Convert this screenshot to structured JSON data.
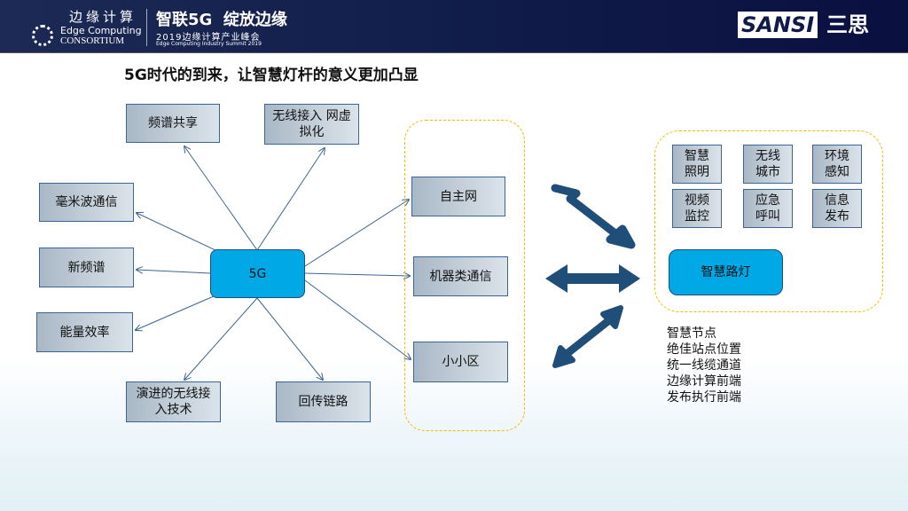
{
  "header": {
    "logo_cn": "边缘计算",
    "logo_en1": "Edge Computing",
    "logo_en2": "CONSORTIUM",
    "slogan": "智联5G  绽放边缘",
    "summit": "2019边缘计算产业峰会",
    "summit_en": "Edge Computing Industry Summit 2019",
    "brand": "SANSI",
    "brand_cn": "三思"
  },
  "title": "5G时代的到来，让智慧灯杆的意义更加凸显",
  "center": "5G",
  "left_nodes": [
    "频谱共享",
    "无线接入  网虚拟化",
    "毫米波通信",
    "新频谱",
    "能量效率",
    "演进的无线接入技术",
    "回传链路"
  ],
  "middle_nodes": [
    "自主网",
    "机器类通信",
    "小小区"
  ],
  "right_nodes": [
    "智慧照明",
    "无线城市",
    "环境感知",
    "视频监控",
    "应急呼叫",
    "信息发布"
  ],
  "streetlight": "智慧路灯",
  "features": [
    "智慧节点",
    "绝佳站点位置",
    "统一线缆通道",
    "边缘计算前端",
    "发布执行前端"
  ],
  "colors": {
    "header": "#0f1a48",
    "node_blue": "#00a8e6",
    "dash": "#f5b800",
    "arrow": "#1f4e79"
  }
}
